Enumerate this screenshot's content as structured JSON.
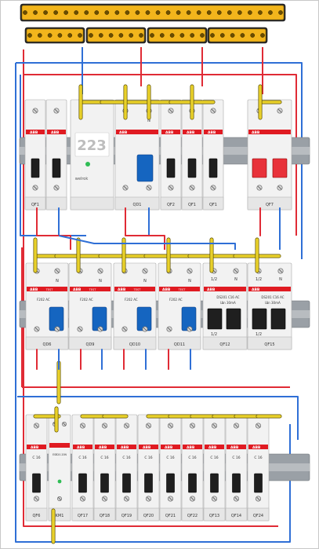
{
  "colors": {
    "phase": "#e02b35",
    "neutral": "#2f6fd6",
    "link": "#e9d12a",
    "rail": "#9aa0a6",
    "device": "#f2f2f2",
    "abb_red": "#e01b22",
    "busbar": "#f2b51c",
    "lever": "#1f1f1f",
    "rcd_lever": "#1565c0",
    "main_lever": "#e8323a",
    "led": "#2fbd55"
  },
  "icons": [
    "terminal-screw-icon",
    "busbar-icon",
    "din-rail-icon"
  ],
  "row1": {
    "device_labels": [
      "QF1",
      "",
      "QF2",
      "QF1",
      "QF1",
      "QF7"
    ],
    "relay_display": "223",
    "relay_brand": "welrok",
    "rcd_label": "QD1",
    "terminal_n": "N",
    "brand": "ABB"
  },
  "row2": {
    "rcd_labels": [
      "QD6",
      "QD9",
      "QD10",
      "QD11"
    ],
    "rcd_model": "F202 AC",
    "rcd_test": "TEST",
    "difavt_labels": [
      "QF12",
      "QF15"
    ],
    "difavt_model": "DS201 C16 AC",
    "difavt_idn": "IΔn 30mA",
    "pole_mark": "1/2",
    "terminal_n": "N"
  },
  "row3": {
    "device_labels": [
      "QF6",
      "KM1",
      "QF17",
      "QF18",
      "QF19",
      "QF20",
      "QF21",
      "QF22",
      "QF13",
      "QF14",
      "QF24"
    ],
    "contactor_model": "ESB20-20N",
    "rating": "C 16",
    "brand": "ABB"
  }
}
